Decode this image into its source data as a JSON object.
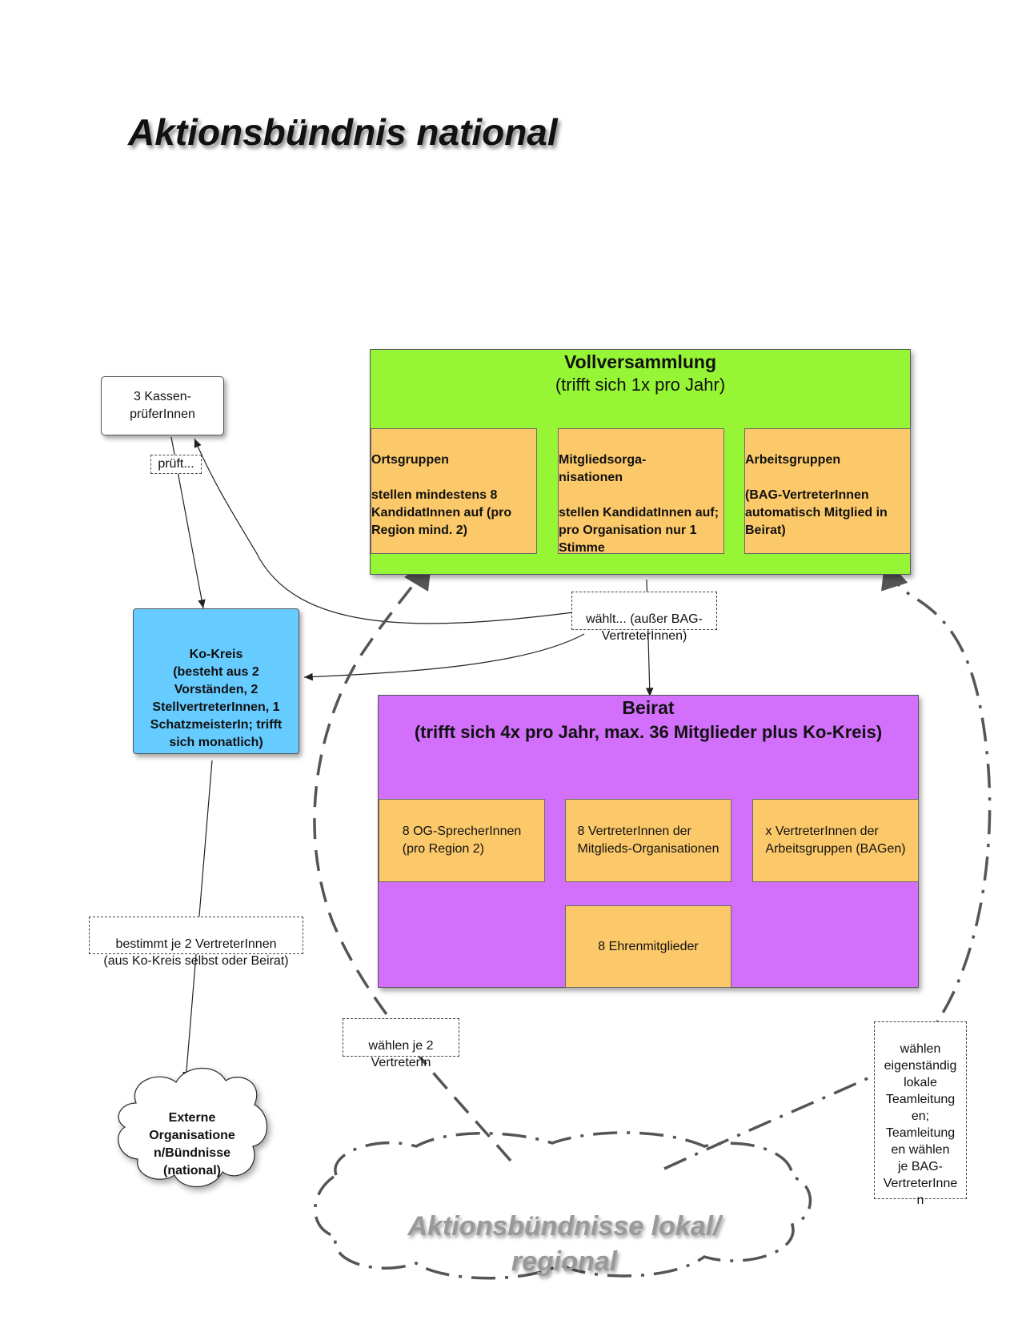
{
  "title": "Aktionsbündnis national",
  "kassen": {
    "text": "3 Kassen-\nprüferInnen"
  },
  "pruft_label": "prüft...",
  "vollversammlung": {
    "heading": "Vollversammlung",
    "subheading": "(trifft sich 1x pro Jahr)",
    "ortsgruppen": "Ortsgruppen\n\nstellen mindestens 8 KandidatInnen auf (pro Region mind. 2)",
    "mitglieds": "Mitgliedsorga-\nnisationen\n\nstellen KandidatInnen auf; pro Organisation nur 1 Stimme",
    "arbeitsgruppen": "Arbeitsgruppen\n\n(BAG-VertreterInnen automatisch Mitglied in Beirat)"
  },
  "waehlt_label": "wählt... (außer BAG-\nVertreterInnen)",
  "kokreis": {
    "text": "Ko-Kreis\n(besteht aus 2 Vorständen, 2 StellvertreterInnen, 1 SchatzmeisterIn; trifft sich monatlich)"
  },
  "beirat": {
    "heading": "Beirat",
    "subheading": "(trifft sich 4x pro Jahr, max. 36 Mitglieder plus Ko-Kreis)",
    "og": "8 OG-SprecherInnen\n(pro Region 2)",
    "mitglieds": "8 VertreterInnen der\nMitglieds-Organisationen",
    "bag": "x VertreterInnen der\nArbeitsgruppen (BAGen)",
    "ehren": "8 Ehrenmitglieder"
  },
  "bestimmt_label": "bestimmt je 2 VertreterInnen\n(aus Ko-Kreis selbst oder Beirat)",
  "extern": {
    "text": "Externe\nOrganisatione\nn/Bündnisse\n(national)"
  },
  "waehlen_label": "wählen je 2\nVertreterIn",
  "lokal_cloud": {
    "text": "Aktionsbündnisse lokal/\nregional"
  },
  "waehlen_teamleitung_label": "wählen\neigenständig\nlokale\nTeamleitung\nen;\nTeamleitung\nen wählen\nje BAG-\nVertreterInne\nn",
  "colors": {
    "vollversammlung": "#96f534",
    "orange": "#fcc96a",
    "beirat": "#d370fb",
    "kokreis": "#66cbff"
  }
}
